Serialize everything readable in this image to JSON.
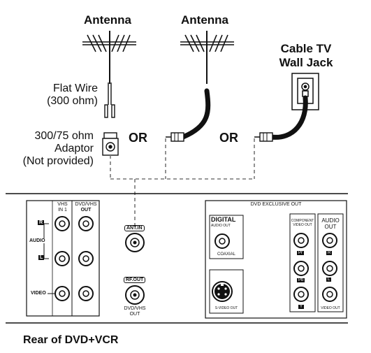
{
  "antenna_left": {
    "label": "Antenna"
  },
  "antenna_right": {
    "label": "Antenna"
  },
  "cable": {
    "label_line1": "Cable TV",
    "label_line2": "Wall Jack"
  },
  "flat_wire": {
    "line1": "Flat Wire",
    "line2": "(300 ohm)"
  },
  "adaptor": {
    "line1": "300/75 ohm",
    "line2": "Adaptor",
    "line3": "(Not provided)"
  },
  "or_left": "OR",
  "or_right": "OR",
  "panel": {
    "vhs_in": {
      "line1": "VHS",
      "line2": "IN 1"
    },
    "dvd_vhs_out": {
      "line1": "DVD/VHS",
      "line2": "OUT"
    },
    "audio": "AUDIO",
    "r": "R",
    "l": "L",
    "video": "VIDEO",
    "ant_in": "ANT.IN",
    "rf_out": "RF.OUT",
    "rf_sub": {
      "line1": "DVD/VHS",
      "line2": "OUT"
    },
    "dvd_exclusive_out": "DVD EXCLUSIVE OUT",
    "digital": {
      "line1": "DIGITAL",
      "line2": "AUDIO OUT"
    },
    "coaxial": "COAXIAL",
    "component": {
      "line1": "COMPONENT",
      "line2": "VIDEO OUT"
    },
    "pr": "Pr",
    "pb": "Pb",
    "y": "Y",
    "audio_out": {
      "line1": "AUDIO",
      "line2": "OUT"
    },
    "r2": "R",
    "l2": "L",
    "video_out": "VIDEO OUT",
    "svideo_out": "S-VIDEO OUT"
  },
  "caption": "Rear of DVD+VCR"
}
